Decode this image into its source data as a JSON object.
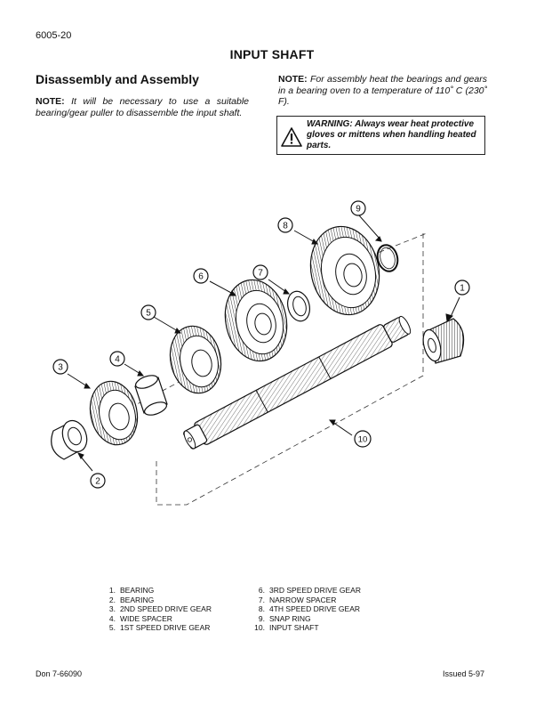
{
  "header": {
    "page_number": "6005-20",
    "title": "INPUT SHAFT"
  },
  "section": {
    "heading": "Disassembly and Assembly"
  },
  "notes": {
    "left": {
      "label": "NOTE:",
      "text": " It will be necessary to use a suitable bearing/gear puller to disassemble the input shaft."
    },
    "right": {
      "label": "NOTE:",
      "text": " For assembly heat the bearings and gears in a bearing oven to a temperature of 110˚ C (230˚ F)."
    }
  },
  "warning": {
    "icon": "warning-triangle-icon",
    "text": "WARNING: Always wear heat protective gloves or mittens when handling heated parts."
  },
  "diagram": {
    "callouts": [
      "1",
      "2",
      "3",
      "4",
      "5",
      "6",
      "7",
      "8",
      "9",
      "10"
    ]
  },
  "legend": {
    "left": [
      {
        "num": "1.",
        "label": "BEARING"
      },
      {
        "num": "2.",
        "label": "BEARING"
      },
      {
        "num": "3.",
        "label": "2ND SPEED DRIVE GEAR"
      },
      {
        "num": "4.",
        "label": "WIDE SPACER"
      },
      {
        "num": "5.",
        "label": "1ST SPEED DRIVE GEAR"
      }
    ],
    "right": [
      {
        "num": "6.",
        "label": "3RD SPEED DRIVE GEAR"
      },
      {
        "num": "7.",
        "label": "NARROW SPACER"
      },
      {
        "num": "8.",
        "label": "4TH SPEED DRIVE GEAR"
      },
      {
        "num": "9.",
        "label": "SNAP RING"
      },
      {
        "num": "10.",
        "label": "INPUT SHAFT"
      }
    ]
  },
  "footer": {
    "left": "Don 7-66090",
    "right": "Issued 5-97"
  }
}
